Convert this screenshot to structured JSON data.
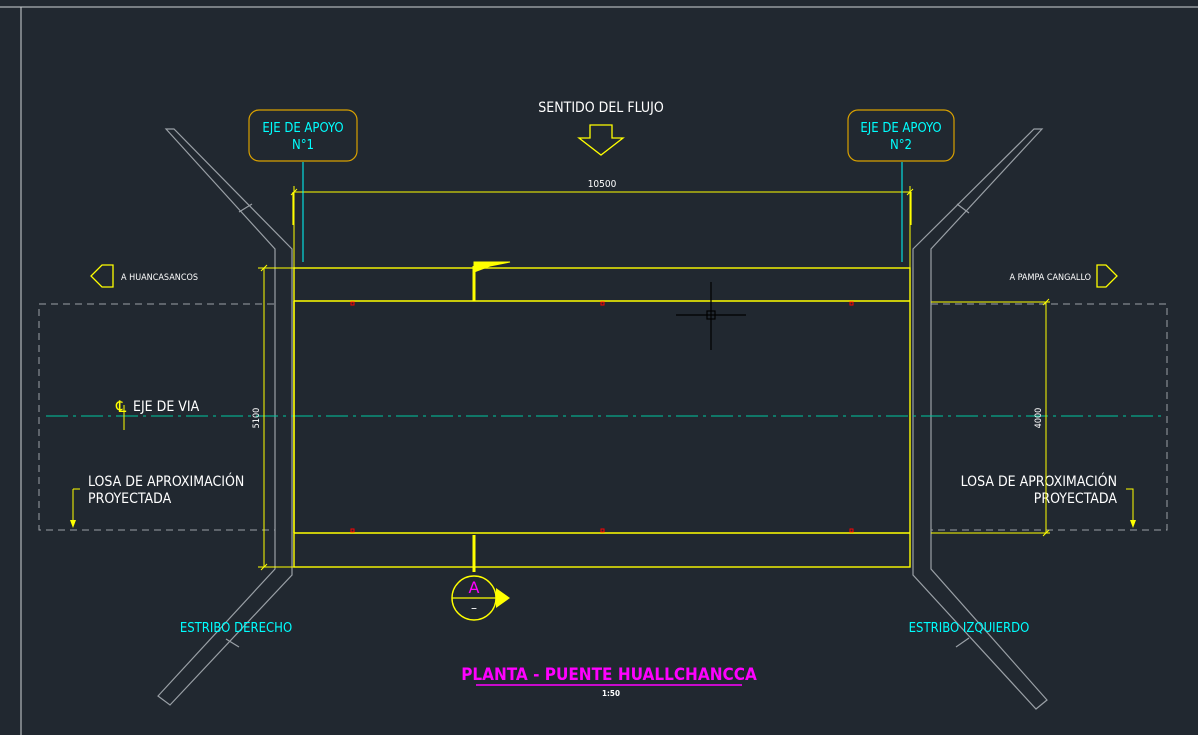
{
  "drawing": {
    "title": "PLANTA - PUENTE HUALLCHANCCA",
    "scale": "1:50",
    "flow_label": "SENTIDO DEL FLUJO",
    "support_left": {
      "line1": "EJE DE APOYO",
      "line2": "N°1"
    },
    "support_right": {
      "line1": "EJE DE APOYO",
      "line2": "N°2"
    },
    "span_dim": "10500",
    "width_dim_left": "5100",
    "width_dim_right": "4000",
    "dir_left": "A HUANCASANCOS",
    "dir_right": "A PAMPA CANGALLO",
    "road_axis": "EJE DE VIA",
    "slab_left": {
      "line1": "LOSA DE APROXIMACIÓN",
      "line2": "PROYECTADA"
    },
    "slab_right": {
      "line1": "LOSA DE APROXIMACIÓN",
      "line2": "PROYECTADA"
    },
    "abutment_left": "ESTRIBO DERECHO",
    "abutment_right": "ESTRIBO IZQUIERDO",
    "section_mark": {
      "letter": "A",
      "sheet": "–"
    }
  },
  "colors": {
    "background": "#212830",
    "yellow": "#ffff00",
    "cyan": "#00ffff",
    "white": "#ffffff",
    "magenta": "#ff00ff",
    "gray": "#9aa0a6",
    "red": "#ff0000",
    "callout": "#d8a000"
  }
}
